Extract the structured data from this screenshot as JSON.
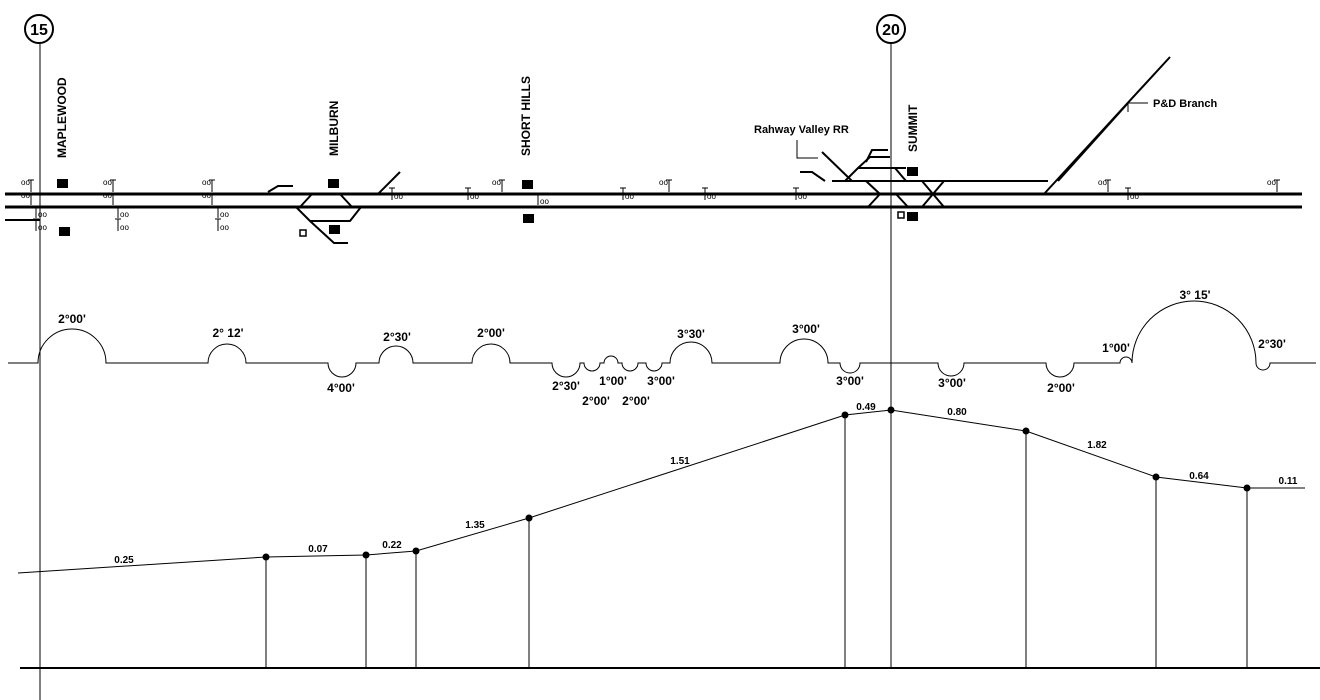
{
  "mileposts": [
    {
      "label": "15"
    },
    {
      "label": "20"
    }
  ],
  "stations": [
    {
      "name": "MAPLEWOOD"
    },
    {
      "name": "MILBURN"
    },
    {
      "name": "SHORT HILLS"
    },
    {
      "name": "SUMMIT"
    }
  ],
  "branches": {
    "rahway": "Rahway Valley RR",
    "pd": "P&D Branch"
  },
  "signal_glyph": "oo",
  "curves": {
    "c1": "2°00'",
    "c2": "2° 12'",
    "c3": "4°00'",
    "c4": "2°30'",
    "c5": "2°00'",
    "c6": "2°30'",
    "c7": "2°00'",
    "c8": "1°00'",
    "c9": "2°00'",
    "c10": "3°00'",
    "c11": "3°30'",
    "c12": "3°00'",
    "c13": "3°00'",
    "c14": "3°00'",
    "c15": "2°00'",
    "c16": "1°00'",
    "c17": "3° 15'",
    "c18": "2°30'"
  },
  "grades": [
    "0.25",
    "0.07",
    "0.22",
    "1.35",
    "1.51",
    "0.49",
    "0.80",
    "1.82",
    "0.64",
    "0.11"
  ]
}
